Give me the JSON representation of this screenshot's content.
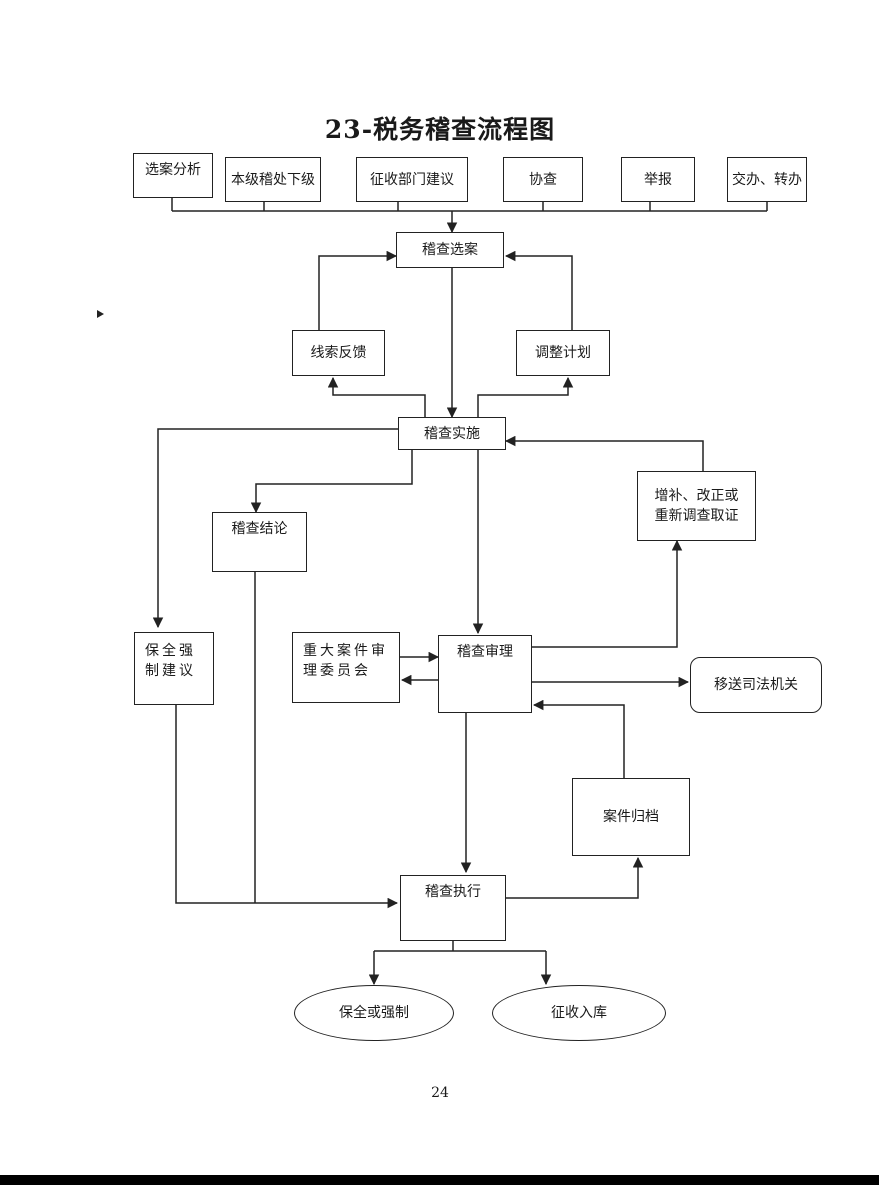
{
  "title": "23-税务稽查流程图",
  "sources": [
    {
      "label": "选案分析"
    },
    {
      "label": "本级稽处下级"
    },
    {
      "label": "征收部门建议"
    },
    {
      "label": "协查"
    },
    {
      "label": "举报"
    },
    {
      "label": "交办、转办"
    }
  ],
  "nodes": {
    "case_selection": "稽查选案",
    "clue_feedback": "线索反馈",
    "adjust_plan": "调整计划",
    "implementation": "稽查实施",
    "conclusion": "稽查结论",
    "supplement": "增补、改正或\n重新调查取证",
    "preservation_advice": "保全强\n制建议",
    "major_case_committee": "重大案件审\n理委员会",
    "review": "稽查审理",
    "judicial_transfer": "移送司法机关",
    "archive": "案件归档",
    "execution": "稽查执行",
    "preserve_enforce": "保全或强制",
    "collect_to_treasury": "征收入库"
  },
  "page_number": "24"
}
